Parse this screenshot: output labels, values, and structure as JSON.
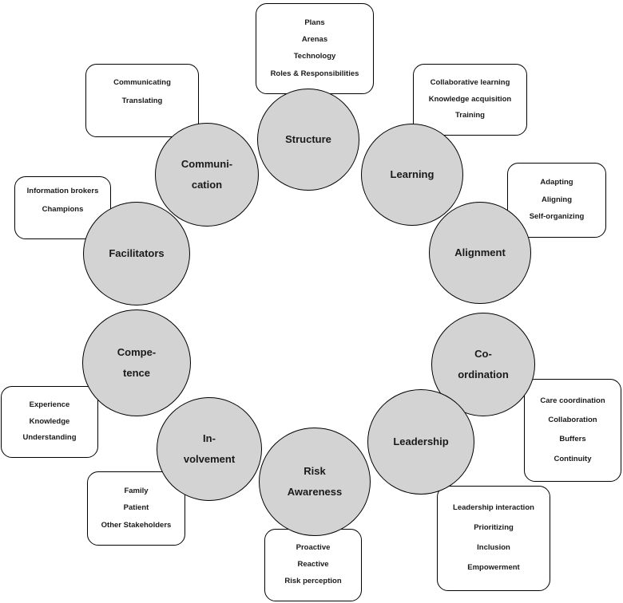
{
  "nodes": {
    "structure": {
      "label": [
        "Structure"
      ],
      "items": [
        "Plans",
        "Arenas",
        "Technology",
        "Roles & Responsibilities"
      ]
    },
    "learning": {
      "label": [
        "Learning"
      ],
      "items": [
        "Collaborative learning",
        "Knowledge acquisition",
        "Training"
      ]
    },
    "alignment": {
      "label": [
        "Alignment"
      ],
      "items": [
        "Adapting",
        "Aligning",
        "Self-organizing"
      ]
    },
    "coordination": {
      "label": [
        "Co-",
        "ordination"
      ],
      "items": [
        "Care coordination",
        "Collaboration",
        "Buffers",
        "Continuity"
      ]
    },
    "leadership": {
      "label": [
        "Leadership"
      ],
      "items": [
        "Leadership interaction",
        "Prioritizing",
        "Inclusion",
        "Empowerment"
      ]
    },
    "risk_awareness": {
      "label": [
        "Risk",
        "Awareness"
      ],
      "items": [
        "Proactive",
        "Reactive",
        "Risk perception"
      ]
    },
    "involvement": {
      "label": [
        "In-",
        "volvement"
      ],
      "items": [
        "Family",
        "Patient",
        "Other Stakeholders"
      ]
    },
    "competence": {
      "label": [
        "Compe-",
        "tence"
      ],
      "items": [
        "Experience",
        "Knowledge",
        "Understanding"
      ]
    },
    "facilitators": {
      "label": [
        "Facilitators"
      ],
      "items": [
        "Information brokers",
        "Champions"
      ]
    },
    "communication": {
      "label": [
        "Communi-",
        "cation"
      ],
      "items": [
        "Communicating",
        "Translating"
      ]
    }
  },
  "colors": {
    "circle_fill": "#d3d3d3",
    "stroke": "#000000",
    "box_fill": "#ffffff",
    "text": "#1a1a1a"
  }
}
